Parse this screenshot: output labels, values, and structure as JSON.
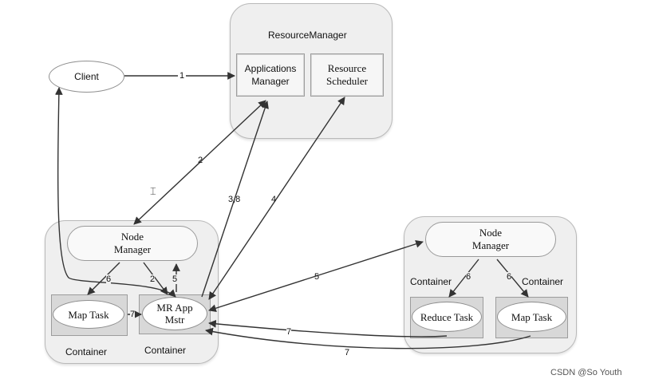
{
  "resource_manager": {
    "title": "ResourceManager",
    "applications_manager": "Applications\nManager",
    "resource_scheduler": "Resource\nScheduler"
  },
  "client": {
    "label": "Client"
  },
  "left_node": {
    "node_manager": "Node\nManager",
    "map_task": "Map Task",
    "mr_app_mstr": "MR App\nMstr",
    "container_label_1": "Container",
    "container_label_2": "Container"
  },
  "right_node": {
    "node_manager": "Node\nManager",
    "container_label_1": "Container",
    "container_label_2": "Container",
    "reduce_task": "Reduce Task",
    "map_task": "Map Task"
  },
  "steps": {
    "s1": "1",
    "s2": "2",
    "s38": "3,8",
    "s4": "4",
    "s5": "5",
    "s6a": "6",
    "s2b": "2",
    "s5b": "5",
    "s7a": "7",
    "s6b": "6",
    "s6c": "6",
    "s7b": "7",
    "s7c": "7"
  },
  "watermark": "CSDN @So Youth",
  "colors": {
    "panel": "#efefef",
    "cell": "#d8d8d8",
    "line": "#333333"
  }
}
